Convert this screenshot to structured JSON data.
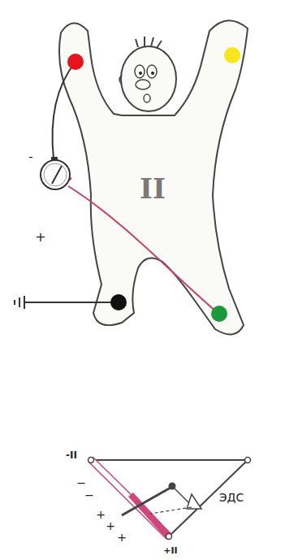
{
  "diagram": {
    "labels": [
      "-",
      "+",
      "II",
      "-II",
      "−",
      "−",
      "+",
      "+",
      "+",
      "+II",
      "ЭДС"
    ]
  }
}
